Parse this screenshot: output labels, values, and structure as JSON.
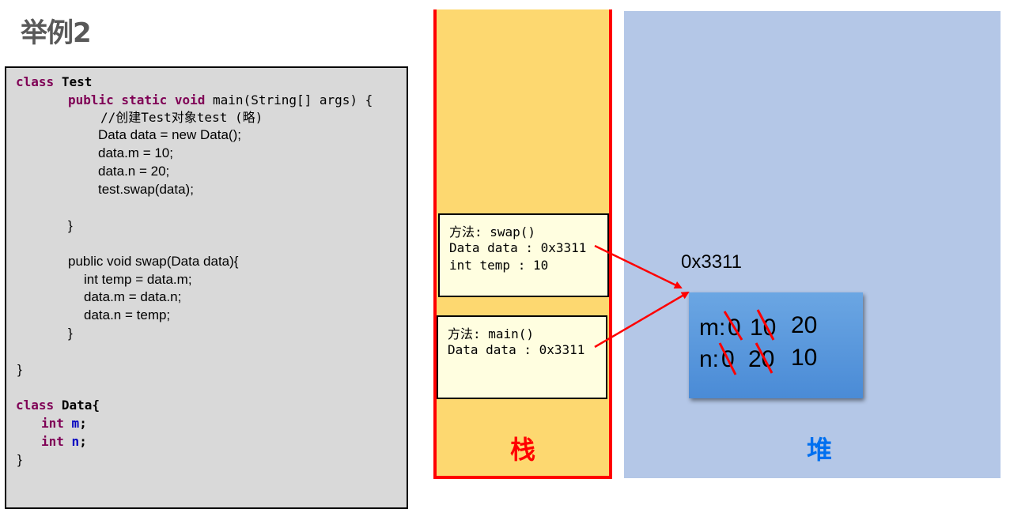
{
  "title": "举例2",
  "code": {
    "l1_kw": "class",
    "l1_name": "Test",
    "l2_kw": "public static void",
    "l2_rest": " main(String[] args) {",
    "l3": "//创建Test对象test (略)",
    "l4": "Data data = new Data();",
    "l5": "data.m = 10;",
    "l6": "data.n = 20;",
    "l7": "test.swap(data);",
    "l8": "}",
    "l9": "public void swap(Data data){",
    "l10": "int temp = data.m;",
    "l11": "data.m = data.n;",
    "l12": "data.n = temp;",
    "l13": "}",
    "l14": "}",
    "l15_kw": "class",
    "l15_name": "Data{",
    "l16_kw": "int",
    "l16_name": "m",
    "l16_end": ";",
    "l17_kw": "int",
    "l17_name": "n",
    "l17_end": ";",
    "l18": "}"
  },
  "stack": {
    "label": "栈",
    "swap_frame": {
      "line1": "方法: swap()",
      "line2": "Data data : 0x3311",
      "line3": "int temp : 10"
    },
    "main_frame": {
      "line1": "方法: main()",
      "line2": "Data data : 0x3311"
    }
  },
  "heap": {
    "label": "堆",
    "address": "0x3311",
    "object": {
      "m_label": "m:",
      "m_old1": "0",
      "m_old2": "10",
      "m_new": "20",
      "n_label": "n:",
      "n_old1": "0",
      "n_old2": "20",
      "n_new": "10"
    }
  },
  "colors": {
    "stack_fill": "#fdd870",
    "stack_border": "#ff0000",
    "heap_fill": "#b4c7e7",
    "object_fill": "#5b9bd5",
    "arrow": "#ff0000",
    "keyword": "#7f0055"
  }
}
